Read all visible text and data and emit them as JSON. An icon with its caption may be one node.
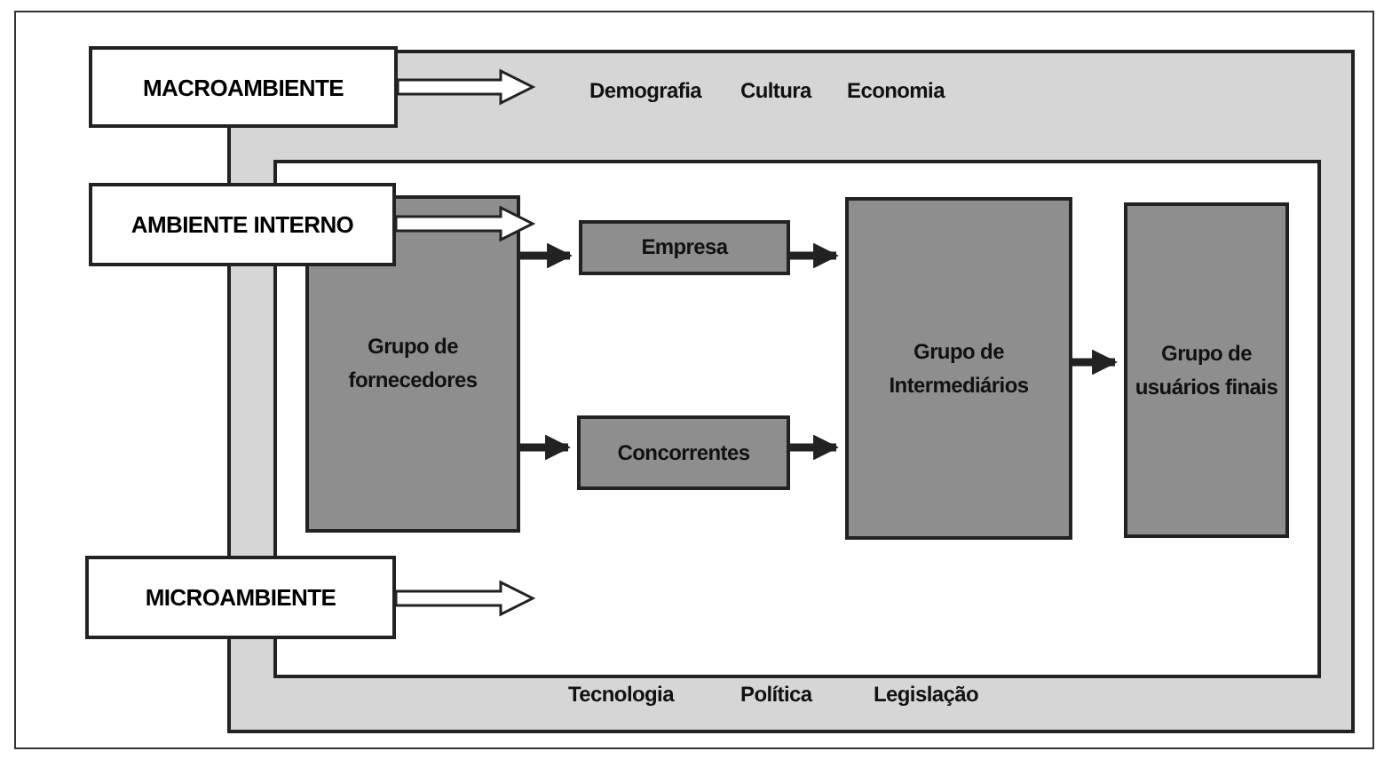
{
  "diagram": {
    "nodes": [
      {
        "text": [
          "Demografia",
          "Cultura",
          "Economia",
          "Tecnologia",
          "Política",
          "Legislação"
        ]
      },
      {
        "text": [],
        "shape": "box",
        "in": 0
      },
      {
        "text": [
          "MACROAMBIENTE"
        ]
      },
      {
        "text": [
          "AMBIENTE INTERNO"
        ]
      },
      {
        "text": [
          "MICROAMBIENTE"
        ]
      },
      {
        "text": [
          "Grupo de fornecedores"
        ],
        "in": 1
      },
      {
        "text": [
          "Empresa"
        ],
        "in": 1
      },
      {
        "text": [
          "Concorrentes"
        ],
        "in": 1
      },
      {
        "text": [
          "Grupo de Intermediários"
        ],
        "in": 1
      },
      {
        "text": [
          "Grupo de usuários finais"
        ],
        "in": 1
      }
    ],
    "edges": [
      {
        "from": 2,
        "to": null,
        "arrow": "to"
      },
      {
        "from": 3,
        "to": null,
        "arrow": "to"
      },
      {
        "from": 4,
        "to": null,
        "arrow": "to"
      },
      {
        "from": 5,
        "to": 6,
        "arrow": "to"
      },
      {
        "from": 5,
        "to": 7,
        "arrow": "to"
      },
      {
        "from": 6,
        "to": 8,
        "arrow": "to"
      },
      {
        "from": 7,
        "to": 8,
        "arrow": "to"
      },
      {
        "from": 8,
        "to": 9,
        "arrow": "to"
      }
    ]
  }
}
